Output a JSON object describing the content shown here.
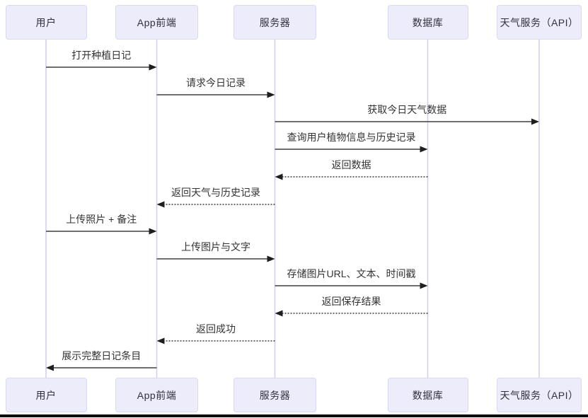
{
  "diagram": {
    "type": "sequence",
    "participants": [
      {
        "id": "user",
        "name": "用户"
      },
      {
        "id": "app-frontend",
        "name": "App前端"
      },
      {
        "id": "server",
        "name": "服务器"
      },
      {
        "id": "database",
        "name": "数据库"
      },
      {
        "id": "weather-api",
        "name": "天气服务（API）"
      }
    ],
    "messages": [
      {
        "from": "user",
        "to": "app-frontend",
        "label": "打开种植日记",
        "style": "solid"
      },
      {
        "from": "app-frontend",
        "to": "server",
        "label": "请求今日记录",
        "style": "solid"
      },
      {
        "from": "server",
        "to": "weather-api",
        "label": "获取今日天气数据",
        "style": "solid"
      },
      {
        "from": "server",
        "to": "database",
        "label": "查询用户植物信息与历史记录",
        "style": "solid"
      },
      {
        "from": "database",
        "to": "server",
        "label": "返回数据",
        "style": "dashed"
      },
      {
        "from": "server",
        "to": "app-frontend",
        "label": "返回天气与历史记录",
        "style": "dashed"
      },
      {
        "from": "user",
        "to": "app-frontend",
        "label": "上传照片 + 备注",
        "style": "solid"
      },
      {
        "from": "app-frontend",
        "to": "server",
        "label": "上传图片与文字",
        "style": "solid"
      },
      {
        "from": "server",
        "to": "database",
        "label": "存储图片URL、文本、时间戳",
        "style": "solid"
      },
      {
        "from": "database",
        "to": "server",
        "label": "返回保存结果",
        "style": "dashed"
      },
      {
        "from": "server",
        "to": "app-frontend",
        "label": "返回成功",
        "style": "dashed"
      },
      {
        "from": "app-frontend",
        "to": "user",
        "label": "展示完整日记条目",
        "style": "solid"
      }
    ],
    "colors": {
      "actor_fill": "#ECECFB",
      "actor_border": "#D9D9F3",
      "lifeline": "#D5CCEC",
      "message_line": "#3F3F3F",
      "arrowhead": "#1F1F1F",
      "text": "#333333",
      "bottom_bar": "#0A0A0A"
    }
  }
}
